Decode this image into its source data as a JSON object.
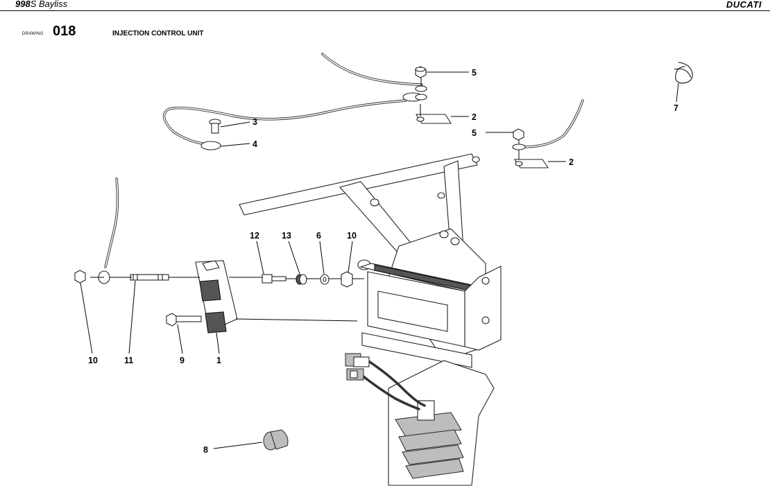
{
  "header": {
    "model_bold": "998",
    "model_rest": "S Bayliss",
    "brand": "DUCATI"
  },
  "drawing": {
    "label": "DRAWING",
    "number": "018",
    "title": "INJECTION CONTROL UNIT"
  },
  "callouts": [
    {
      "id": "c5a",
      "label": "5"
    },
    {
      "id": "c2a",
      "label": "2"
    },
    {
      "id": "c3",
      "label": "3"
    },
    {
      "id": "c4",
      "label": "4"
    },
    {
      "id": "c5b",
      "label": "5"
    },
    {
      "id": "c2b",
      "label": "2"
    },
    {
      "id": "c7",
      "label": "7"
    },
    {
      "id": "c12",
      "label": "12"
    },
    {
      "id": "c13",
      "label": "13"
    },
    {
      "id": "c6",
      "label": "6"
    },
    {
      "id": "c10a",
      "label": "10"
    },
    {
      "id": "c10b",
      "label": "10"
    },
    {
      "id": "c11",
      "label": "11"
    },
    {
      "id": "c9",
      "label": "9"
    },
    {
      "id": "c1",
      "label": "1"
    },
    {
      "id": "c8",
      "label": "8"
    }
  ]
}
